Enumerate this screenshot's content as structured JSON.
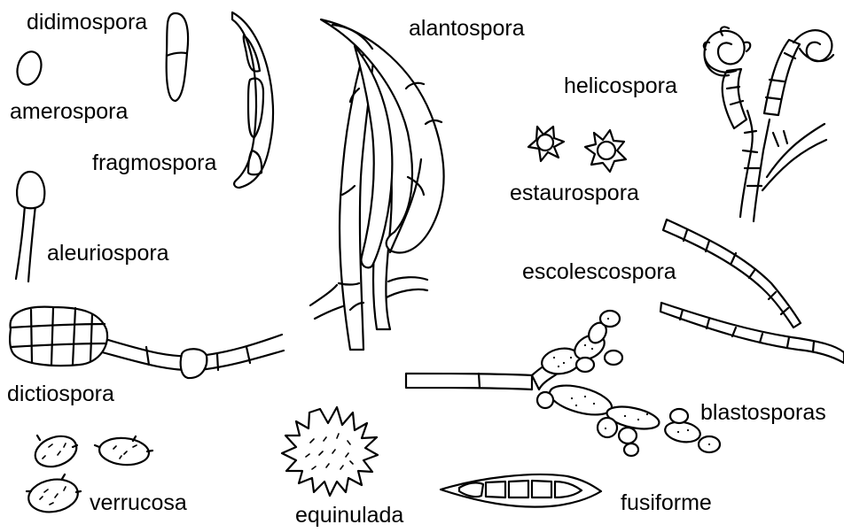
{
  "labels": {
    "didimospora": "didimospora",
    "amerospora": "amerospora",
    "fragmospora": "fragmospora",
    "alantospora": "alantospora",
    "helicospora": "helicospora",
    "estaurospora": "estaurospora",
    "aleuriospora": "aleuriospora",
    "escolescospora": "escolescospora",
    "dictiospora": "dictiospora",
    "blastosporas": "blastosporas",
    "verrucosa": "verrucosa",
    "equinulada": "equinulada",
    "fusiforme": "fusiforme"
  }
}
